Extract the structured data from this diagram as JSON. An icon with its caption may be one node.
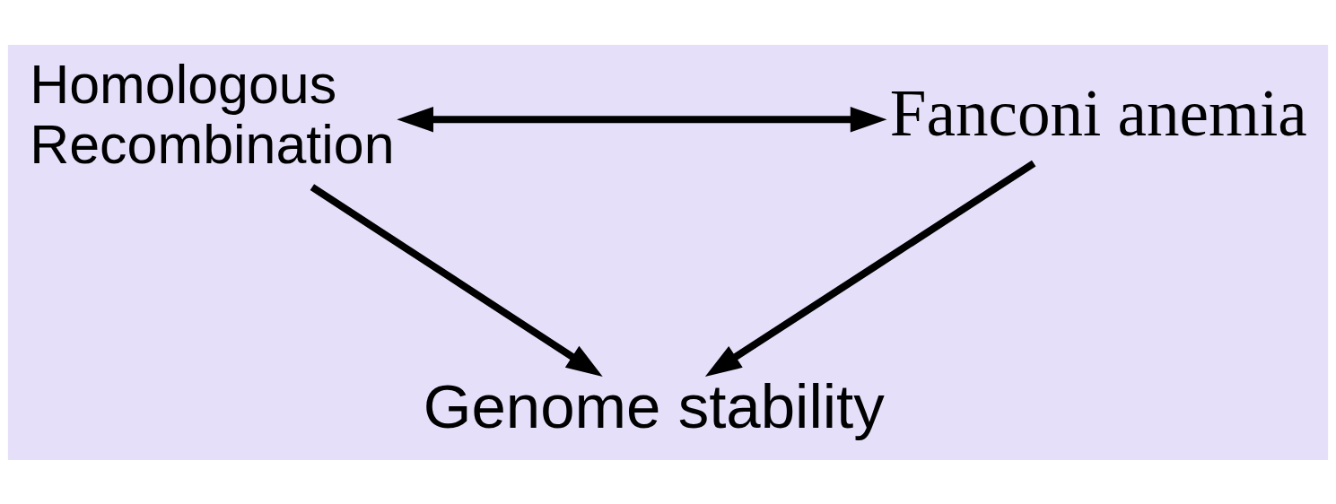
{
  "diagram": {
    "nodes": [
      {
        "text": [
          "Homologous Recombination"
        ]
      },
      {
        "text": [
          "Fanconi anemia"
        ]
      },
      {
        "text": [
          "Genome stability"
        ]
      }
    ],
    "edges": [
      {
        "from": 0,
        "to": 1,
        "arrow": "both"
      },
      {
        "from": 0,
        "to": 2,
        "arrow": "to"
      },
      {
        "from": 1,
        "to": 2,
        "arrow": "to"
      }
    ]
  }
}
